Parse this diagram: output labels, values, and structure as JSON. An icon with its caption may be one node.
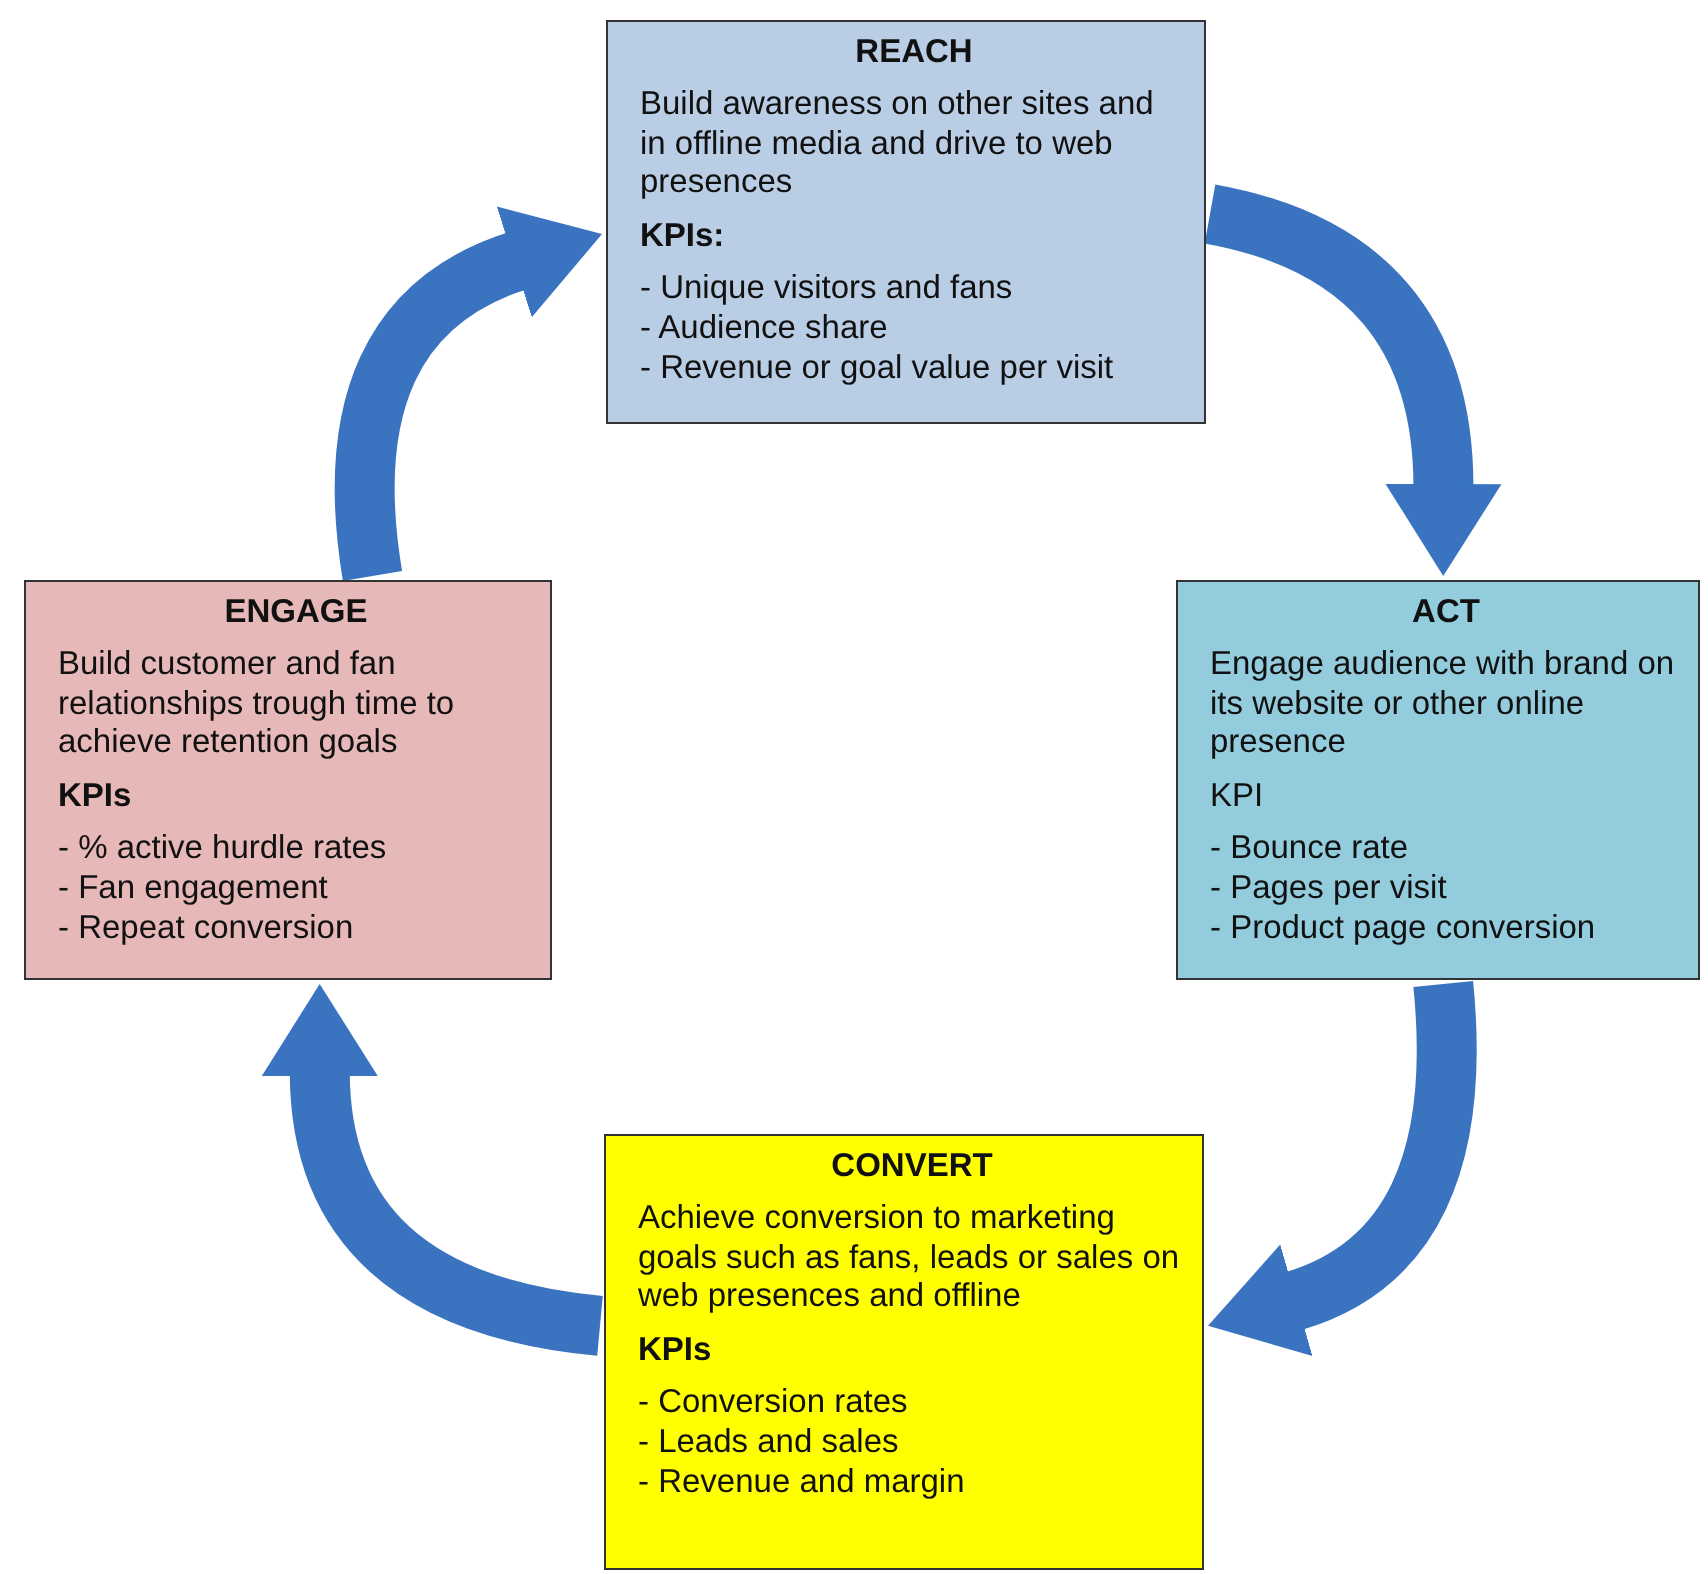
{
  "diagram": {
    "nodes": [
      {
        "text": [
          "REACH",
          "Build awareness on other sites and in offline media and drive to web presences",
          "KPIs:",
          "- Unique visitors and fans",
          "- Audience share",
          "- Revenue or goal value per visit"
        ]
      },
      {
        "text": [
          "ACT",
          "Engage audience with brand on its website or other online presence",
          "KPI",
          "- Bounce rate",
          "- Pages per visit",
          "- Product page conversion"
        ]
      },
      {
        "text": [
          "CONVERT",
          "Achieve conversion to marketing goals such as fans, leads or sales on web presences and offline",
          "KPIs",
          "- Conversion rates",
          "- Leads and sales",
          "- Revenue and margin"
        ]
      },
      {
        "text": [
          "ENGAGE",
          "Build customer and fan relationships trough time to achieve retention goals",
          "KPIs",
          "- % active hurdle rates",
          "- Fan engagement",
          "- Repeat conversion"
        ]
      }
    ],
    "edges": [
      {
        "from": 3,
        "to": 0,
        "arrow": "to"
      },
      {
        "from": 0,
        "to": 1,
        "arrow": "to"
      },
      {
        "from": 1,
        "to": 2,
        "arrow": "to"
      },
      {
        "from": 2,
        "to": 3,
        "arrow": "to"
      }
    ]
  }
}
